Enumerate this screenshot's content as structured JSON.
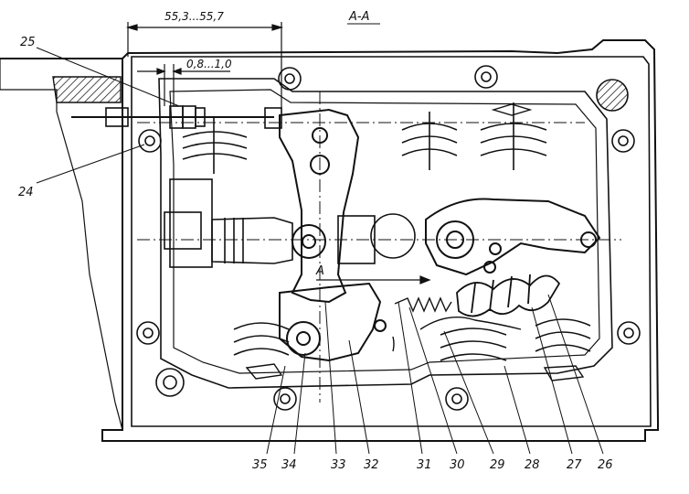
{
  "section": {
    "label": "A-A"
  },
  "dimensions": {
    "top_span": "55,3...55,7",
    "gap": "0,8...1,0"
  },
  "view_mark": {
    "label": "A"
  },
  "callouts": {
    "c25": "25",
    "c24": "24",
    "c35": "35",
    "c34": "34",
    "c33": "33",
    "c32": "32",
    "c31": "31",
    "c30": "30",
    "c29": "29",
    "c28": "28",
    "c27": "27",
    "c26": "26"
  }
}
